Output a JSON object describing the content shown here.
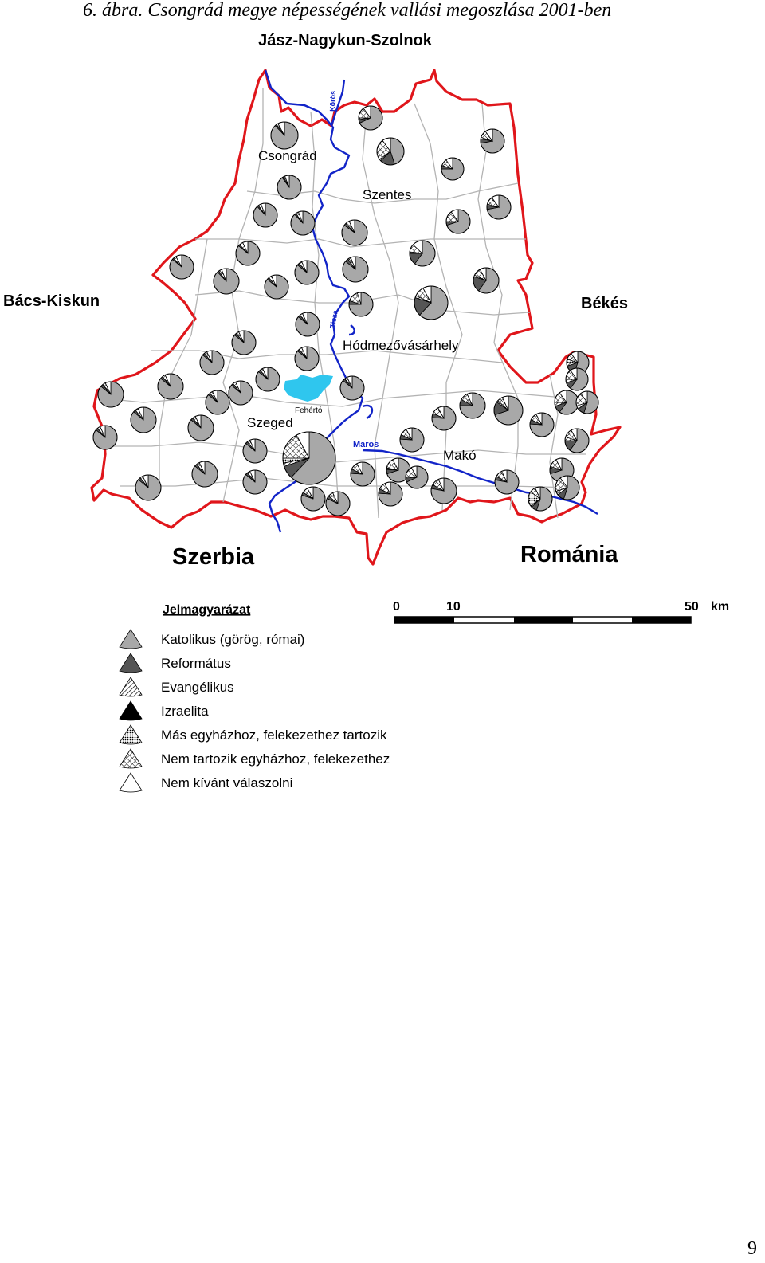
{
  "caption": "6. ábra. Csongrád megye népességének vallási megoszlása 2001-ben",
  "neighbours": {
    "north": "Jász-Nagykun-Szolnok",
    "west": "Bács-Kiskun",
    "east": "Békés",
    "south_west": "Szerbia",
    "south_east": "Románia"
  },
  "towns": [
    "Csongrád",
    "Szentes",
    "Hódmezővásárhely",
    "Szeged",
    "Makó"
  ],
  "rivers": {
    "koros": "Körös",
    "tisza": "Tisza",
    "maros": "Maros",
    "lake": "Fehértó"
  },
  "scale": {
    "ticks": [
      "0",
      "10",
      "50"
    ],
    "unit": "km"
  },
  "legend": {
    "title": "Jelmagyarázat",
    "items": [
      {
        "label": "Katolikus (görög, római)",
        "fill": "#a8a8a8"
      },
      {
        "label": "Református",
        "fill": "#555555"
      },
      {
        "label": "Evangélikus",
        "fill": "url(#hatch)"
      },
      {
        "label": "Izraelita",
        "fill": "#000000"
      },
      {
        "label": "Más egyházhoz, felekezethez tartozik",
        "fill": "url(#dots)"
      },
      {
        "label": "Nem tartozik egyházhoz, felekezethez",
        "fill": "url(#cross)"
      },
      {
        "label": "Nem kívánt válaszolni",
        "fill": "#ffffff"
      }
    ]
  },
  "colors": {
    "border": "#e0161b",
    "river": "#1224c8",
    "lake": "#2fc6ee",
    "district_line": "#b0b0b0"
  },
  "page_number": "9"
}
